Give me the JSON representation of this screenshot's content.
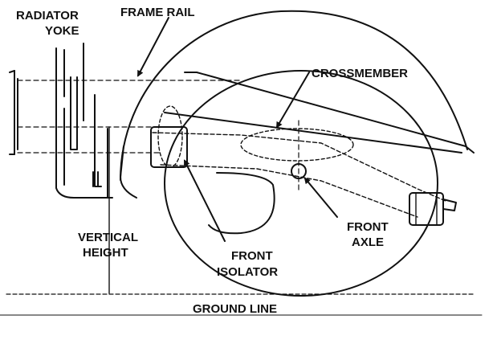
{
  "colors": {
    "ink": "#111111",
    "background": "#ffffff"
  },
  "labels": {
    "radiator_yoke_line1": "RADIATOR",
    "radiator_yoke_line2": "YOKE",
    "frame_rail": "FRAME RAIL",
    "crossmember": "CROSSMEMBER",
    "vertical_height_line1": "VERTICAL",
    "vertical_height_line2": "HEIGHT",
    "front_isolator_line1": "FRONT",
    "front_isolator_line2": "ISOLATOR",
    "front_axle_line1": "FRONT",
    "front_axle_line2": "AXLE",
    "ground_line": "GROUND LINE"
  }
}
